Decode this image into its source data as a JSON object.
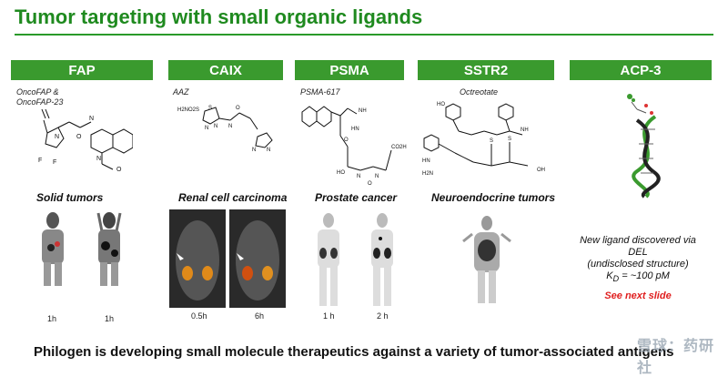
{
  "title": "Tumor targeting with small organic ligands",
  "columns": [
    {
      "header": "FAP",
      "ligand": "OncoFAP &\nOncoFAP-23",
      "cancer": "Solid tumors",
      "times": [
        "1h",
        "1h"
      ]
    },
    {
      "header": "CAIX",
      "ligand": "AAZ",
      "cancer": "Renal cell carcinoma",
      "times": [
        "0.5h",
        "6h"
      ]
    },
    {
      "header": "PSMA",
      "ligand": "PSMA-617",
      "cancer": "Prostate cancer",
      "times": [
        "1 h",
        "2 h"
      ]
    },
    {
      "header": "SSTR2",
      "ligand": "Octreotate",
      "cancer": "Neuroendocrine tumors",
      "times": []
    },
    {
      "header": "ACP-3"
    }
  ],
  "acp3": {
    "line1": "New ligand discovered via DEL",
    "line2": "(undisclosed structure)",
    "kd_prefix": "K",
    "kd_sub": "D",
    "kd_suffix": " = ~100 pM",
    "next": "See next slide"
  },
  "footer": "Philogen is developing small molecule therapeutics against a variety of tumor-associated antigens",
  "watermark": "雪球：药研社",
  "chem_labels": {
    "caix": [
      "H2NO2S",
      "S",
      "N",
      "N",
      "N",
      "N",
      "N",
      "O"
    ],
    "fap": [
      "N",
      "F",
      "F",
      "O",
      "N",
      "N",
      "O"
    ],
    "psma": [
      "NH",
      "HN",
      "O",
      "CO2H",
      "HO",
      "N",
      "N",
      "O"
    ],
    "sstr2": [
      "HO",
      "HN",
      "NH",
      "S",
      "S",
      "OH",
      "H2N"
    ]
  },
  "colors": {
    "green": "#3a9a2e",
    "title": "#1f8a1f",
    "red": "#e02020"
  }
}
